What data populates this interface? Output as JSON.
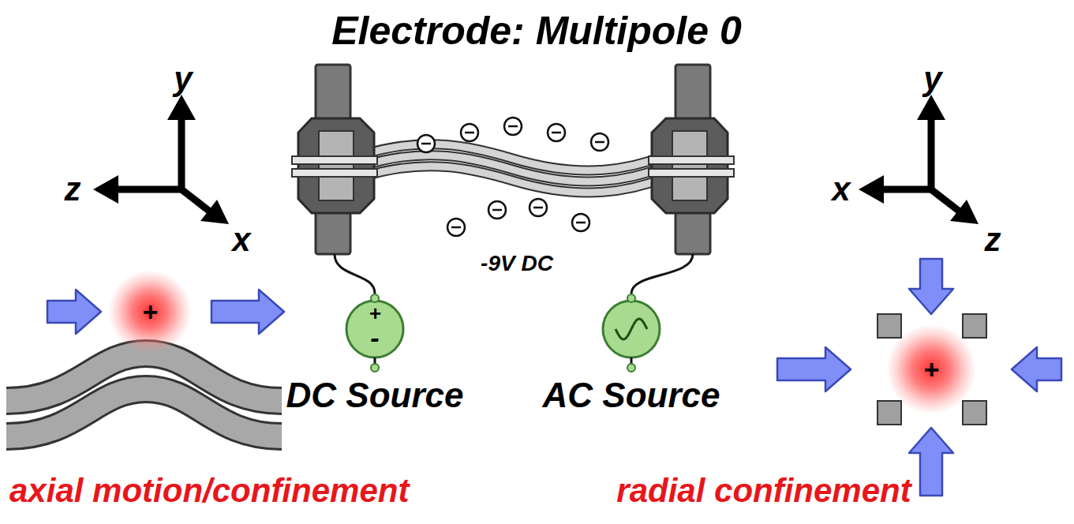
{
  "diagram": {
    "title": "Electrode: Multipole 0",
    "nodes": [
      {
        "text": [
          "+"
        ]
      },
      {
        "text": [
          "+",
          "-",
          "DC Source"
        ]
      },
      {
        "text": [
          "AC Source"
        ]
      },
      {
        "text": [
          "+"
        ]
      }
    ],
    "labels": [
      "y",
      "z",
      "x",
      "y",
      "x",
      "z",
      "-9V DC",
      "axial motion/confinement",
      "radial confinement"
    ]
  }
}
